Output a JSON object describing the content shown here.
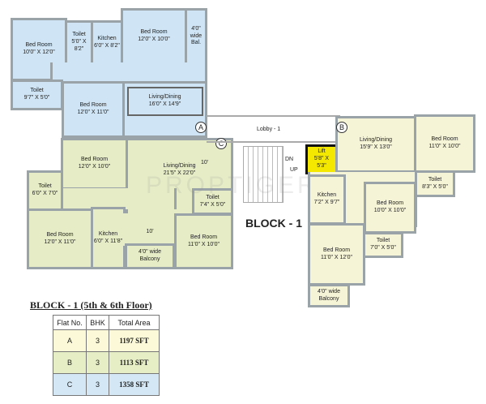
{
  "flat_a": {
    "label": "A",
    "rooms": [
      {
        "name": "Bed Room",
        "size": "10'0\" X 12'0\""
      },
      {
        "name": "Toilet",
        "size": "5'0\" X 8'2\""
      },
      {
        "name": "Kitchen",
        "size": "6'0\" X 8'2\""
      },
      {
        "name": "Bed Room",
        "size": "12'0\" X 10'0\""
      },
      {
        "name": "4'0\" wide",
        "size": "Bal."
      },
      {
        "name": "Toilet",
        "size": "9'7\" X 5'0\""
      },
      {
        "name": "Bed Room",
        "size": "12'0\" X 11'0\""
      },
      {
        "name": "Living/Dining",
        "size": "16'0\" X 14'9\""
      }
    ]
  },
  "flat_c": {
    "label": "C",
    "dim_10a": "10'",
    "dim_10b": "10'",
    "rooms": [
      {
        "name": "Bed Room",
        "size": "12'0\" X 10'0\""
      },
      {
        "name": "Living/Dining",
        "size": "21'5\" X 22'0\""
      },
      {
        "name": "Toilet",
        "size": "6'0\" X 7'0\""
      },
      {
        "name": "Bed Room",
        "size": "12'0\" X 11'0\""
      },
      {
        "name": "Kitchen",
        "size": "6'0\" X 11'8\""
      },
      {
        "name": "4'0\" wide",
        "size": "Balcony"
      },
      {
        "name": "Toilet",
        "size": "7'4\" X 5'0\""
      },
      {
        "name": "Bed Room",
        "size": "11'0\" X 10'0\""
      }
    ]
  },
  "flat_b": {
    "label": "B",
    "rooms": [
      {
        "name": "Living/Dining",
        "size": "15'9\" X 13'0\""
      },
      {
        "name": "Bed Room",
        "size": "11'0\" X 10'0\""
      },
      {
        "name": "Toilet",
        "size": "8'3\" X 5'0\""
      },
      {
        "name": "Kitchen",
        "size": "7'2\" X 9'7\""
      },
      {
        "name": "Bed Room",
        "size": "10'0\" X 10'0\""
      },
      {
        "name": "Toilet",
        "size": "7'0\" X 5'0\""
      },
      {
        "name": "Bed Room",
        "size": "11'0\" X 12'0\""
      },
      {
        "name": "4'0\" wide",
        "size": "Balcony"
      }
    ]
  },
  "core": {
    "lobby": "Lobby - 1",
    "dn": "DN",
    "up": "UP",
    "lift_name": "Lift",
    "lift_size1": "5'8\" X",
    "lift_size2": "5'3\""
  },
  "block_label": "BLOCK - 1",
  "watermark": "PROPTIGER",
  "table": {
    "title": "BLOCK - 1 (5th & 6th Floor)",
    "headers": [
      "Flat No.",
      "BHK",
      "Total Area"
    ],
    "rows": [
      [
        "A",
        "3",
        "1197  SFT"
      ],
      [
        "B",
        "3",
        "1113 SFT"
      ],
      [
        "C",
        "3",
        "1358 SFT"
      ]
    ]
  },
  "colors": {
    "flat_a": "#cfe5f5",
    "flat_b": "#f6f4d6",
    "flat_c": "#e6edc6",
    "lift": "#f5e800"
  }
}
